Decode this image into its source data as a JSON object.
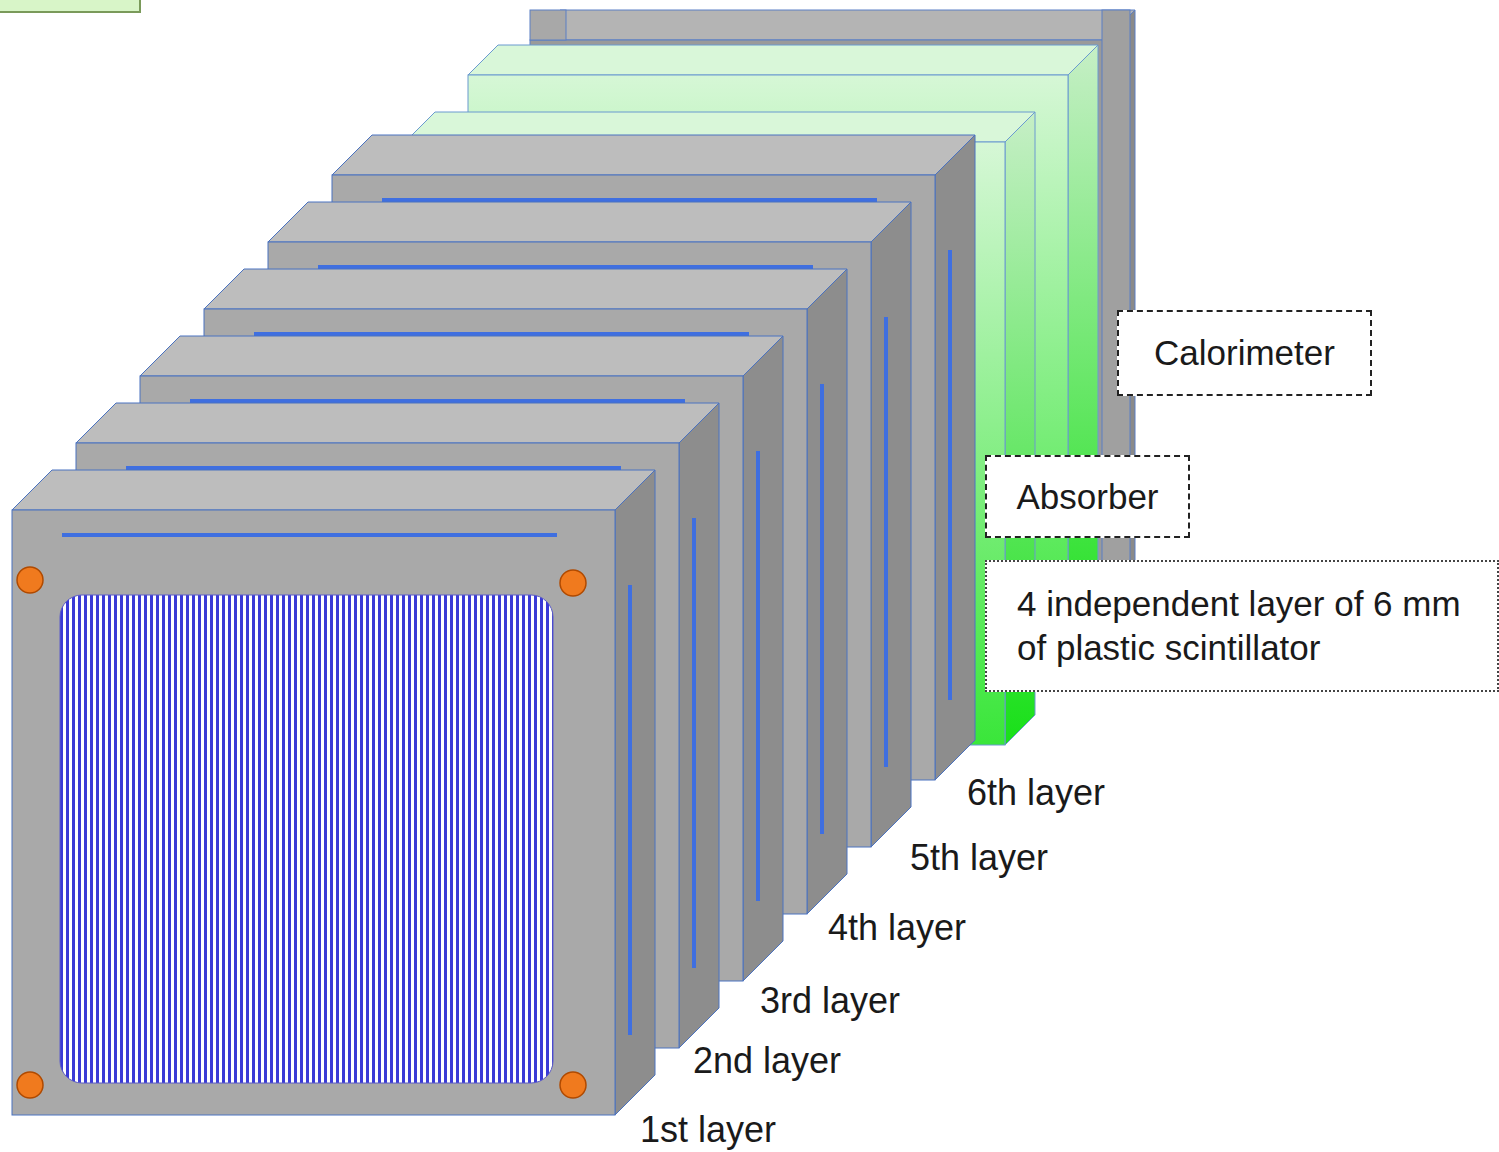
{
  "diagram": {
    "nodes": [
      {
        "text": [
          "Calorimeter"
        ]
      },
      {
        "text": [
          "Absorber"
        ]
      },
      {
        "text": [
          "4 independent layer of 6 mm of plastic scintillator"
        ]
      }
    ],
    "labels": [
      "6th layer",
      "5th layer",
      "4th layer",
      "3rd layer",
      "2nd layer",
      "1st layer"
    ]
  }
}
